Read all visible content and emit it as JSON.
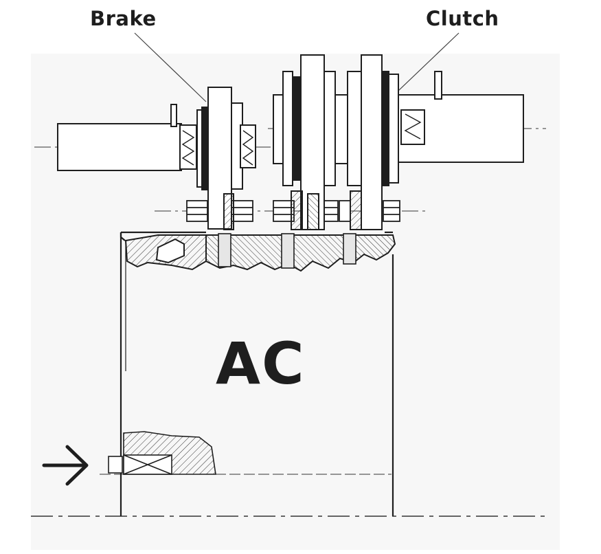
{
  "diagram": {
    "labels": {
      "brake": "Brake",
      "clutch": "Clutch",
      "motor": "AC"
    },
    "icons": [
      "arrow-right-icon"
    ],
    "colors": {
      "ink": "#1e1e1e",
      "paper": "#ffffff",
      "panel": "#f7f7f7"
    }
  }
}
